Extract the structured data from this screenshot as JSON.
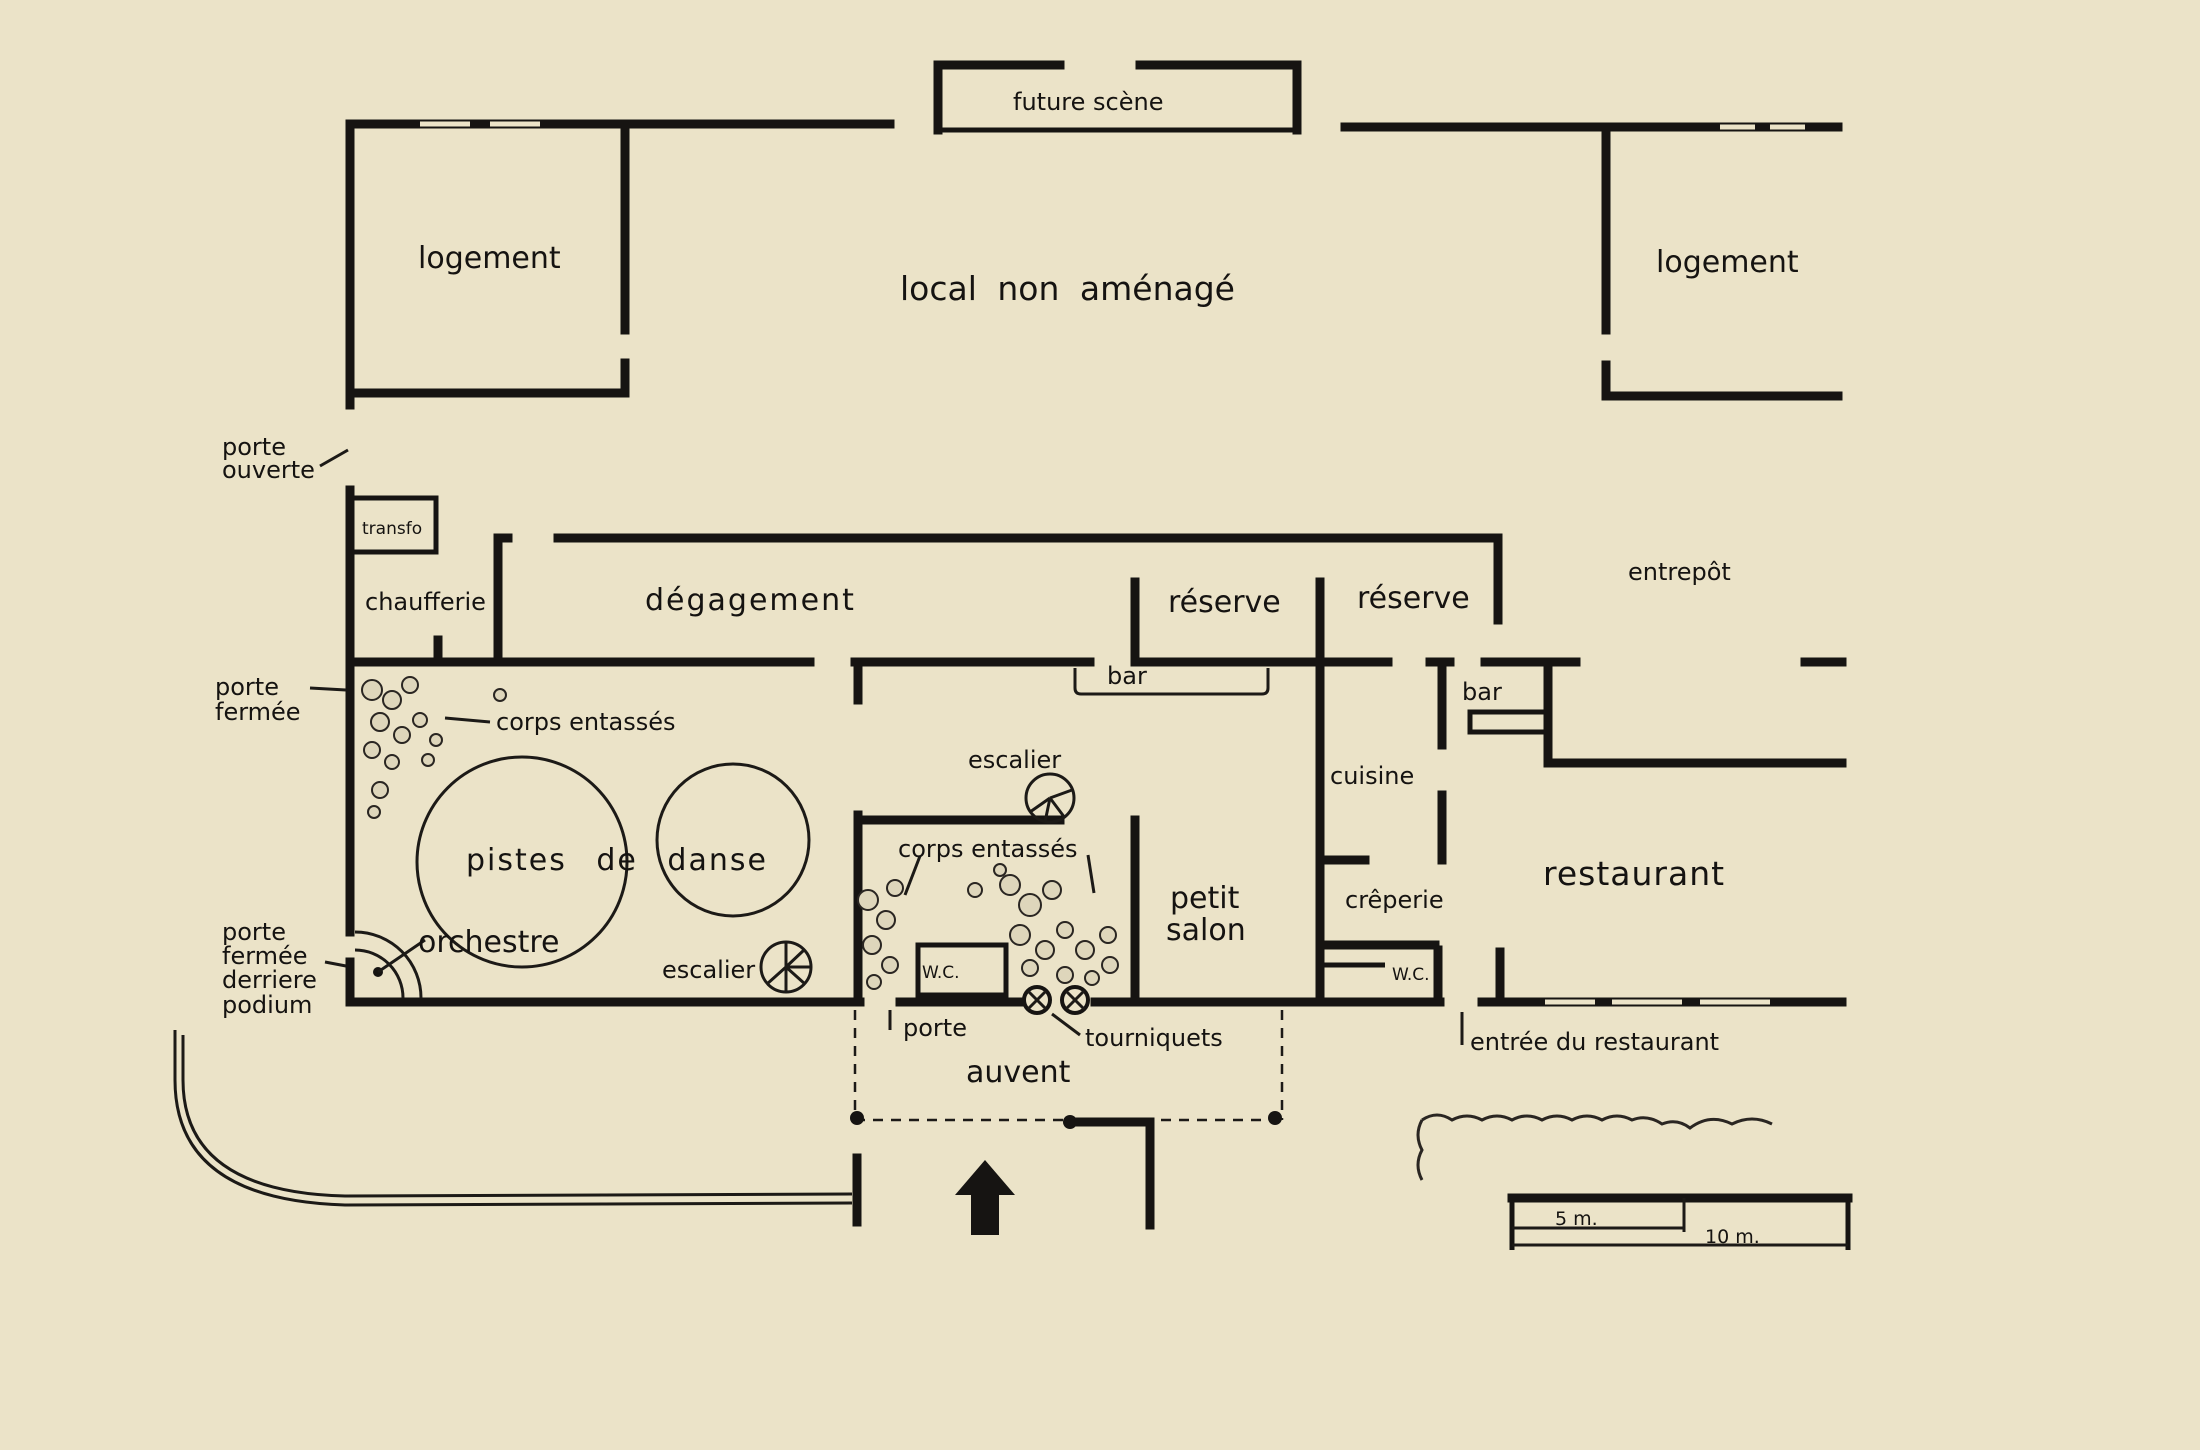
{
  "rooms": {
    "future_scene": "future scène",
    "logement_left": "logement",
    "local": "local non aménagé",
    "logement_right": "logement",
    "porte_ouverte_1": "porte",
    "porte_ouverte_2": "ouverte",
    "transfo": "transfo",
    "chaufferie": "chaufferie",
    "degagement": "dégagement",
    "reserve1": "réserve",
    "reserve2": "réserve",
    "entrepot": "entrepôt",
    "porte_fermee_1": "porte",
    "porte_fermee_2": "fermée",
    "corps1": "corps entassés",
    "bar1": "bar",
    "bar2": "bar",
    "escalier1": "escalier",
    "cuisine": "cuisine",
    "pistes": "pistes de danse",
    "corps2": "corps entassés",
    "petit_salon_1": "petit",
    "petit_salon_2": "salon",
    "creperie": "crêperie",
    "restaurant": "restaurant",
    "porte_podium_1": "porte",
    "porte_podium_2": "fermée",
    "porte_podium_3": "derriere",
    "porte_podium_4": "podium",
    "orchestre": "orchestre",
    "escalier2": "escalier",
    "wc1": "W.C.",
    "wc2": "W.C.",
    "porte": "porte",
    "tourniquets": "tourniquets",
    "auvent": "auvent",
    "entree": "entrée du restaurant"
  },
  "scale": {
    "five": "5 m.",
    "ten": "10 m."
  },
  "colors": {
    "paper": "#ebe3c8",
    "ink": "#161412"
  }
}
